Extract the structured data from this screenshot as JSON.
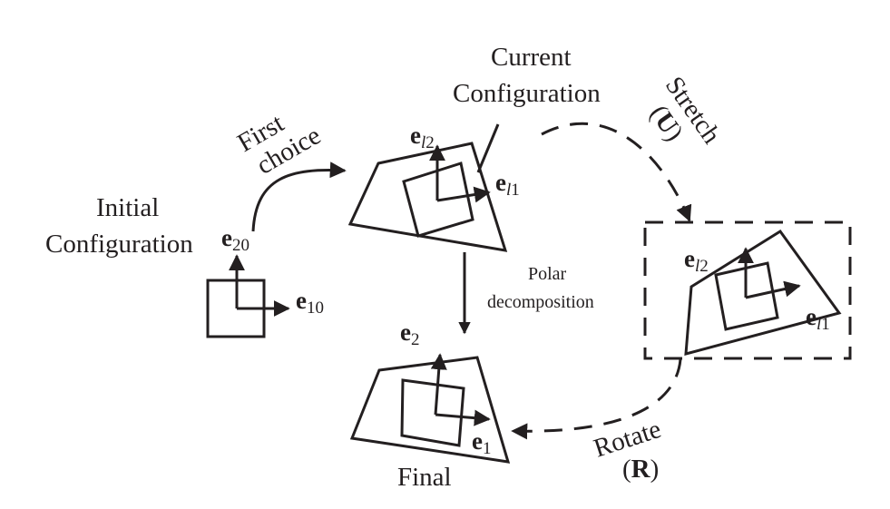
{
  "labels": {
    "initial_line1": "Initial",
    "initial_line2": "Configuration",
    "current_line1": "Current",
    "current_line2": "Configuration",
    "first_line1": "First",
    "first_line2": "choice",
    "stretch": "Stretch",
    "stretch_u": "U",
    "polar_line1": "Polar",
    "polar_line2": "decomposition",
    "rotate": "Rotate",
    "rotate_r": "R",
    "final": "Final"
  },
  "vectors": {
    "bold": "e",
    "sub_20": "20",
    "sub_10": "10",
    "sub_2": "2",
    "sub_1": "1",
    "ell": "l"
  },
  "colors": {
    "stroke": "#231f20",
    "background": "#ffffff"
  }
}
